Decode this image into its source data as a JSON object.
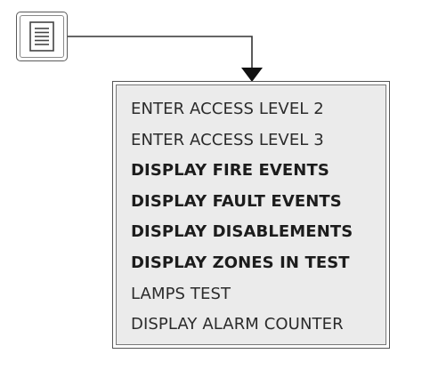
{
  "icons": {
    "trigger": "document-icon"
  },
  "colors": {
    "menu_background": "#ebebeb",
    "border": "#555555",
    "text": "#2b2b2b"
  },
  "menu": {
    "items": [
      {
        "label": "ENTER ACCESS LEVEL 2",
        "bold": false
      },
      {
        "label": "ENTER ACCESS LEVEL 3",
        "bold": false
      },
      {
        "label": "DISPLAY FIRE EVENTS",
        "bold": true
      },
      {
        "label": "DISPLAY FAULT EVENTS",
        "bold": true
      },
      {
        "label": "DISPLAY DISABLEMENTS",
        "bold": true
      },
      {
        "label": "DISPLAY ZONES IN TEST",
        "bold": true
      },
      {
        "label": "LAMPS TEST",
        "bold": false
      },
      {
        "label": "DISPLAY ALARM COUNTER",
        "bold": false
      }
    ]
  }
}
